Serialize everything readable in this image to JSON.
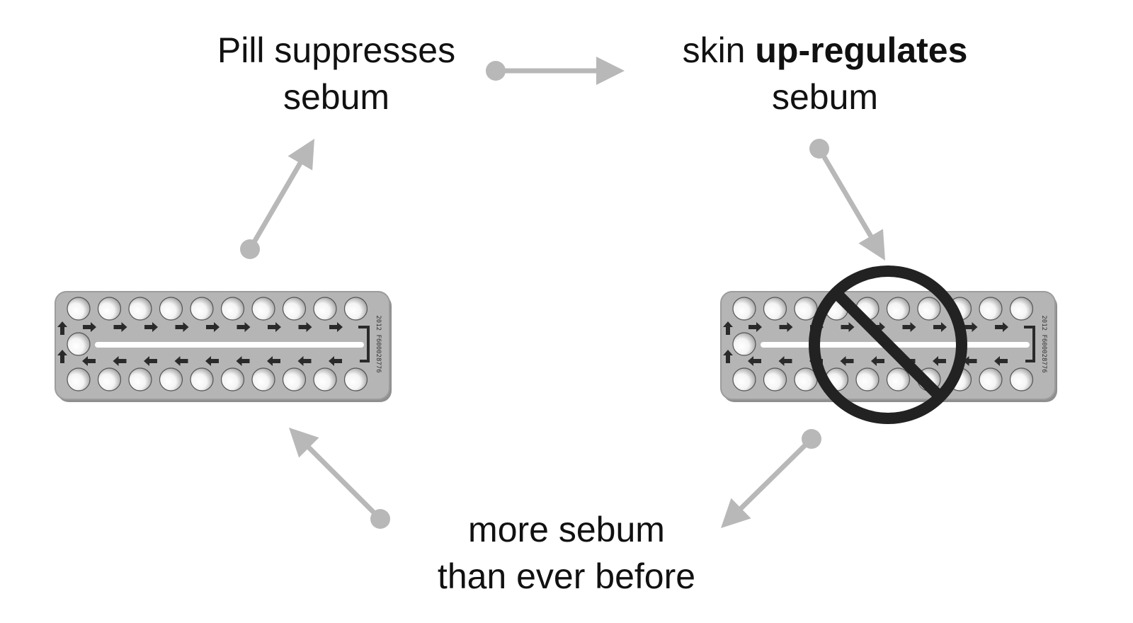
{
  "nodes": {
    "pill_suppresses": {
      "line1": "Pill suppresses",
      "line2": "sebum"
    },
    "up_regulates": {
      "line1_prefix": "skin ",
      "line1_bold": "up-regulates",
      "line2": "sebum"
    },
    "more_sebum": {
      "line1": "more sebum",
      "line2": "than ever before"
    }
  },
  "pill_pack": {
    "code": "2012 F600028776"
  },
  "colors": {
    "arrow": "#b8b8b8",
    "pack_fill": "#b5b5b5",
    "pack_shadow": "#8f8f8f",
    "prohibit_sign": "#222222",
    "text": "#111111"
  },
  "icons": [
    "pill-pack-icon",
    "prohibited-icon"
  ]
}
